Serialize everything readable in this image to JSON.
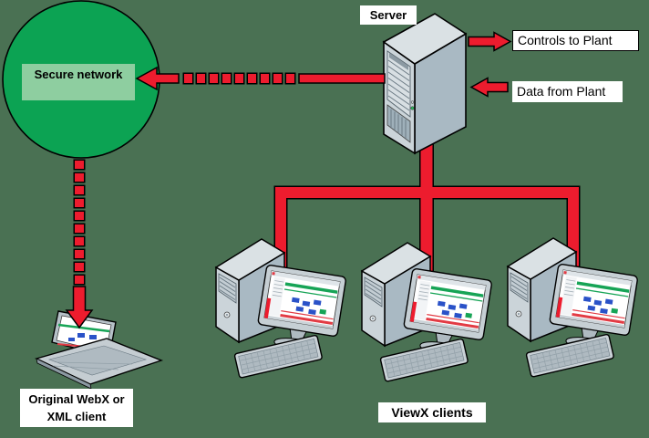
{
  "labels": {
    "secure_network": "Secure network",
    "server": "Server",
    "controls_to_plant": "Controls to Plant",
    "data_from_plant": "Data from Plant",
    "webx_line1": "Original WebX or",
    "webx_line2": "XML client",
    "viewx_clients": "ViewX clients"
  },
  "colors": {
    "background": "#4A7153",
    "secure_green": "#0CA353",
    "secure_green_light": "#8ECEA0",
    "red": "#ED1C2E",
    "label_bg": "#FFFFFF",
    "ink": "#000000",
    "tower_top": "#DAE1E4",
    "tower_front": "#CBD4D9",
    "tower_side": "#A9B9C3",
    "mimic_green": "#17A456",
    "mimic_blue": "#2A52C8"
  }
}
